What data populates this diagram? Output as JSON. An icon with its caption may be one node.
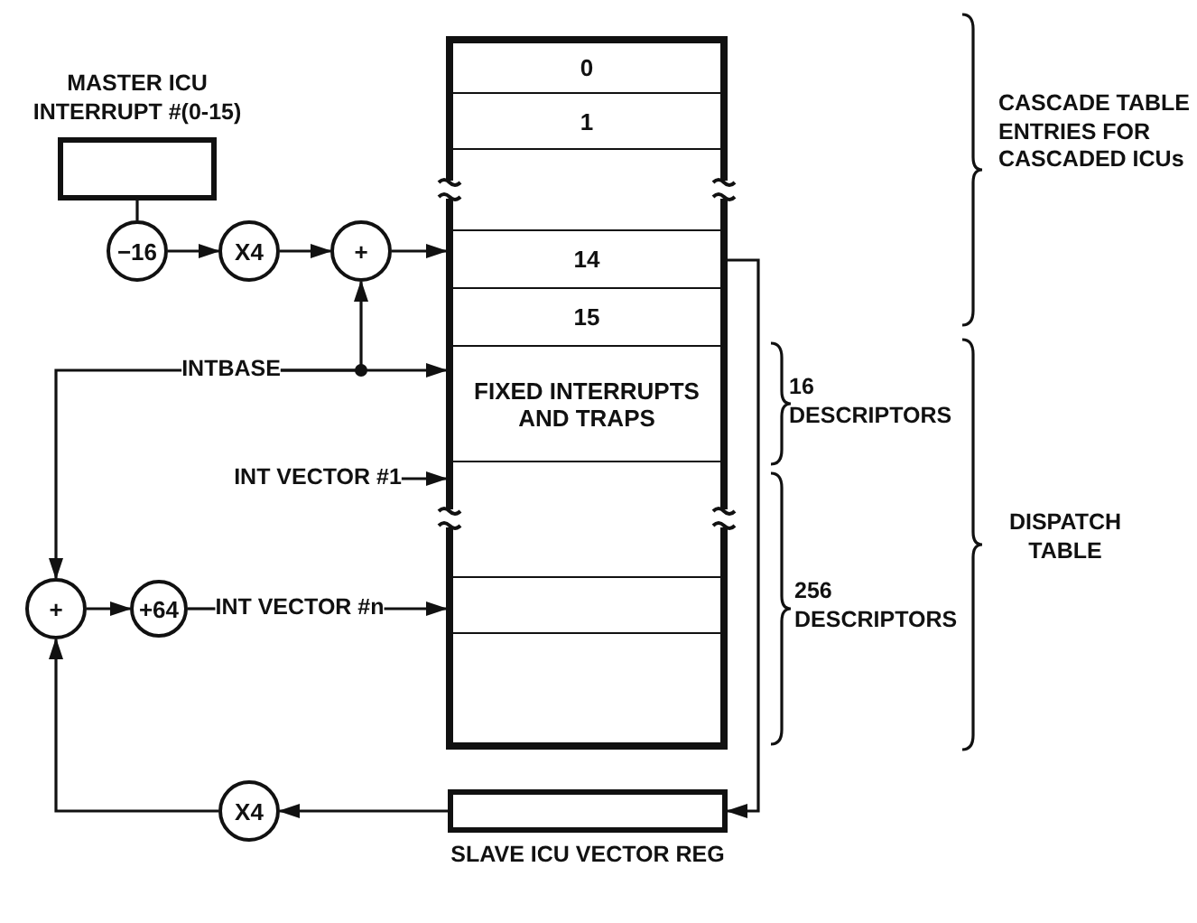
{
  "diagram": {
    "nodes": [
      {
        "text": [
          "MASTER ICU INTERRUPT #(0-15)"
        ]
      },
      {
        "text": [
          "−16"
        ]
      },
      {
        "text": [
          "X4"
        ]
      },
      {
        "text": [
          "+"
        ]
      },
      {
        "text": [
          "0"
        ]
      },
      {
        "text": [
          "1"
        ]
      },
      {
        "text": [],
        "shape": "box"
      },
      {
        "text": [
          "14"
        ]
      },
      {
        "text": [
          "15"
        ]
      },
      {
        "text": [
          "FIXED INTERRUPTS AND TRAPS"
        ]
      },
      {
        "text": [],
        "shape": "box"
      },
      {
        "text": [],
        "shape": "box"
      },
      {
        "text": [],
        "shape": "box"
      },
      {
        "text": [
          "INTBASE"
        ]
      },
      {
        "text": [
          "INT VECTOR #1"
        ]
      },
      {
        "text": [
          "+"
        ]
      },
      {
        "text": [
          "+64"
        ]
      },
      {
        "text": [
          "INT VECTOR #n"
        ]
      },
      {
        "text": [
          "X4"
        ]
      },
      {
        "text": [
          "SLAVE ICU VECTOR REG"
        ]
      }
    ],
    "edges": [
      {
        "from": 0,
        "to": 1,
        "arrow": "none"
      },
      {
        "from": 1,
        "to": 2,
        "arrow": "to"
      },
      {
        "from": 2,
        "to": 3,
        "arrow": "to"
      },
      {
        "from": 3,
        "to": 7,
        "arrow": "to"
      },
      {
        "from": 13,
        "to": 3,
        "arrow": "to"
      },
      {
        "from": 13,
        "to": 9,
        "arrow": "to"
      },
      {
        "from": 13,
        "to": 15,
        "arrow": "to"
      },
      {
        "from": 14,
        "to": 10,
        "arrow": "to"
      },
      {
        "from": 15,
        "to": 16,
        "arrow": "to"
      },
      {
        "from": 16,
        "to": 17,
        "arrow": "none"
      },
      {
        "from": 17,
        "to": 11,
        "arrow": "to"
      },
      {
        "from": 7,
        "to": 19,
        "arrow": "to"
      },
      {
        "from": 19,
        "to": 18,
        "arrow": "to"
      },
      {
        "from": 18,
        "to": 15,
        "arrow": "to"
      }
    ],
    "labels": [
      "CASCADE TABLE ENTRIES FOR CASCADED ICUs",
      "16 DESCRIPTORS",
      "DISPATCH TABLE",
      "256 DESCRIPTORS"
    ]
  }
}
